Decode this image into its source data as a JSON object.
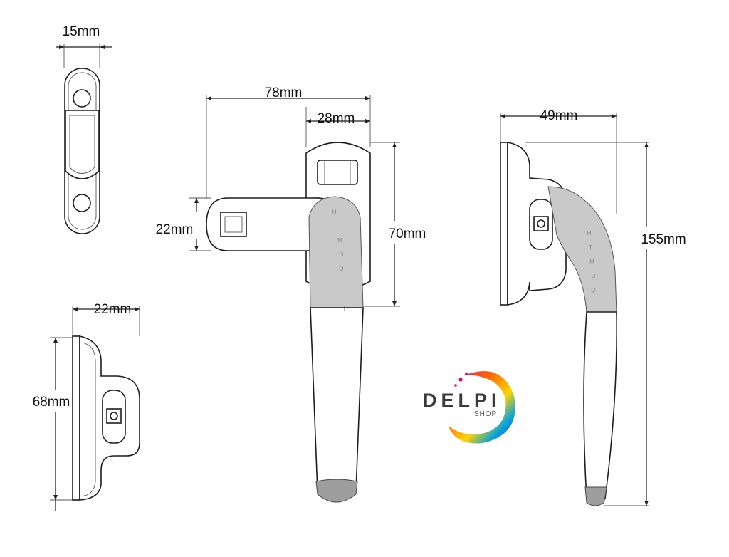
{
  "dimensions": {
    "base_width": "15mm",
    "side_depth": "22mm",
    "side_height": "68mm",
    "front_total_width": "78mm",
    "front_base_width": "28mm",
    "front_key_height": "22mm",
    "front_upper_height": "70mm",
    "profile_width": "49mm",
    "profile_total_height": "155mm"
  },
  "embossing": {
    "letters": [
      "H",
      "T",
      "M",
      "D",
      "Q"
    ]
  },
  "logo": {
    "name": "DELPI",
    "sub": "SHOP"
  },
  "colors": {
    "line": "#222222",
    "shade": "#c9c9c9",
    "logo_dark": "#3a3a3a"
  }
}
